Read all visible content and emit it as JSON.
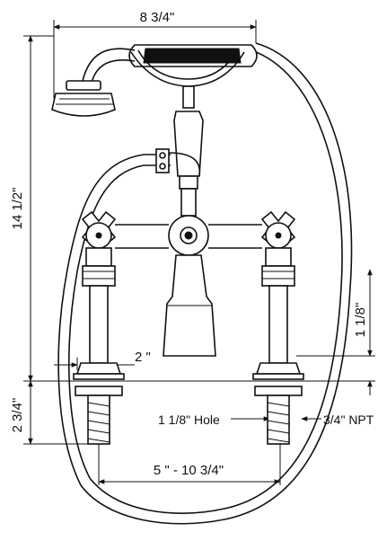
{
  "dimensions": {
    "overall_width": "8  3/4\"",
    "overall_height": "14  1/2\"",
    "spout_height": "1  1/8\"",
    "leg_offset": "2 \"",
    "deck_thickness": "2 3/4\"",
    "hole_size": "1 1/8\" Hole",
    "thread": "3/4\" NPT",
    "center_range": "5 \" - 10 3/4\""
  }
}
